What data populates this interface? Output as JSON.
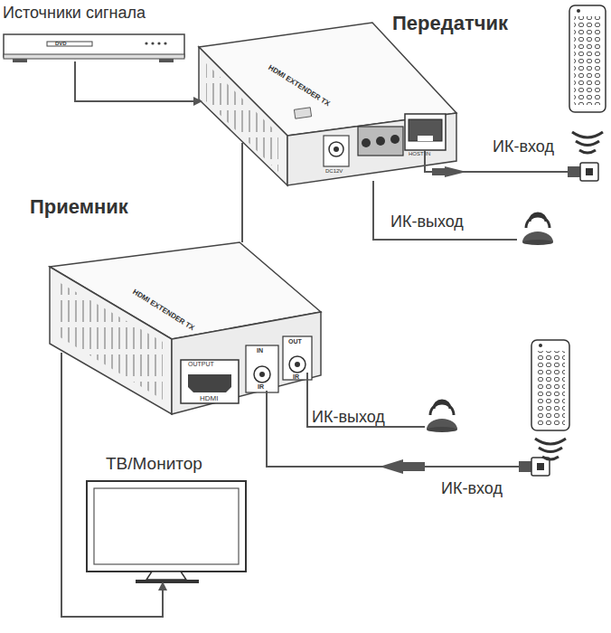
{
  "diagram": {
    "nodes": [
      {
        "text": [
          "Источники сигнала",
          "DVD"
        ]
      },
      {
        "text": [
          "Передатчик"
        ]
      },
      {
        "text": [
          "Приемник"
        ]
      },
      {
        "text": [
          "ТВ/Монитор"
        ]
      }
    ],
    "edges": [
      {
        "from": 0,
        "to": 1,
        "arrow": "to"
      },
      {
        "from": 1,
        "to": 2,
        "arrow": "none"
      },
      {
        "from": 2,
        "to": 3,
        "arrow": "to"
      }
    ],
    "labels": [
      "ИК-вход",
      "ИК-выход",
      "ИК-выход",
      "ИК-вход",
      "HDMI EXTENDER TX",
      "HDMI EXTENDER TX",
      "DC12V",
      "HOST IN",
      "OUTPUT",
      "HDMI",
      "IN",
      "IR",
      "OUT",
      "IR"
    ]
  }
}
